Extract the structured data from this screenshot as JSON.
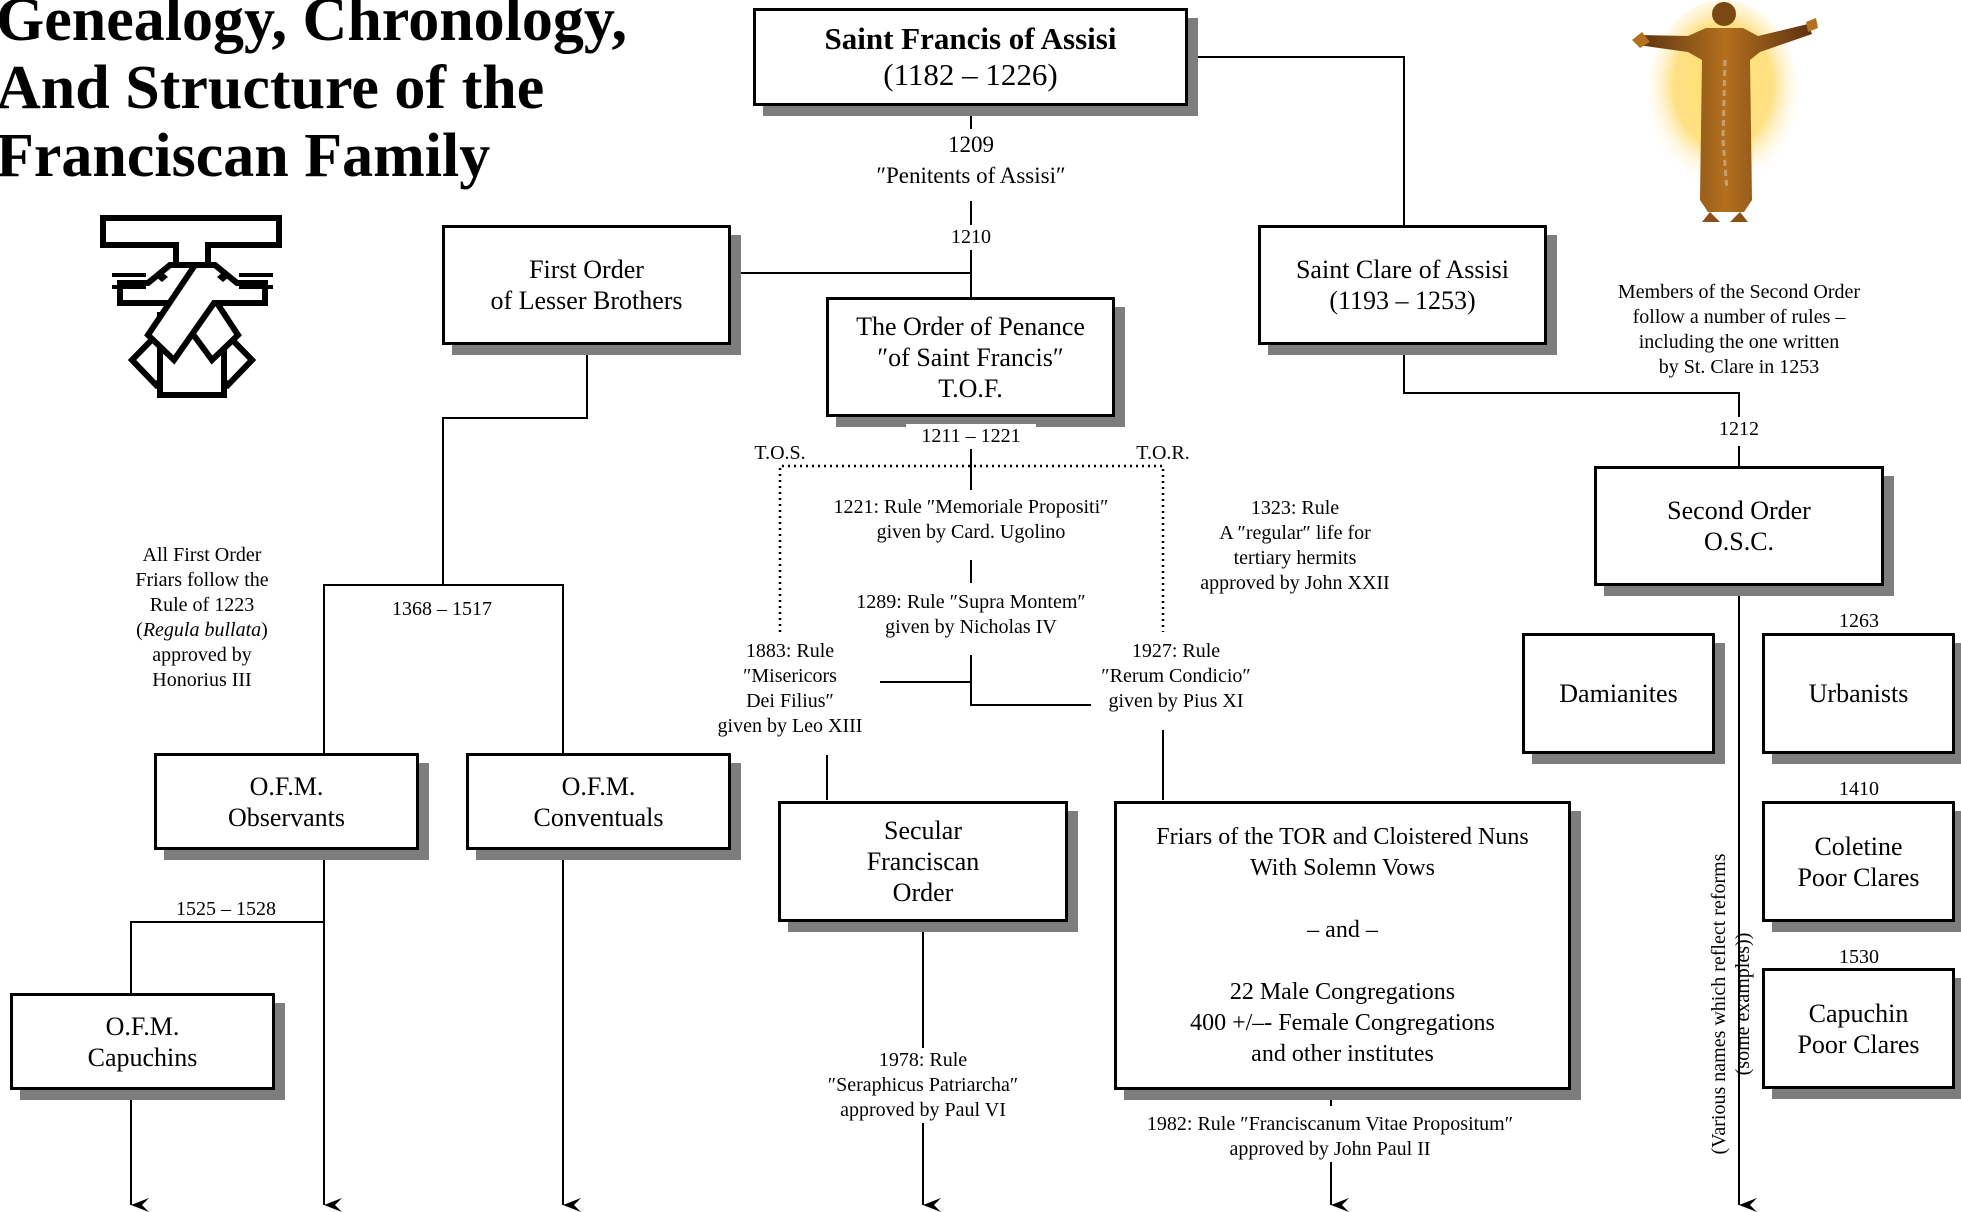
{
  "title": {
    "line1": "Genealogy, Chronology,",
    "line2": "And Structure of the",
    "line3": "Franciscan Family"
  },
  "icons": {
    "logo": "franciscan-tau-cross-icon",
    "figure": "saint-francis-figure-icon"
  },
  "nodes": {
    "francis": {
      "name": "Saint Francis of Assisi",
      "dates": "(1182 – 1226)"
    },
    "first_order": {
      "line1": "First Order",
      "line2": "of Lesser Brothers"
    },
    "penance": {
      "line1": "The Order of Penance",
      "line2": "″of Saint Francis″",
      "line3": "T.O.F."
    },
    "clare": {
      "line1": "Saint Clare of Assisi",
      "line2": "(1193 – 1253)"
    },
    "second_order": {
      "line1": "Second Order",
      "line2": "O.S.C."
    },
    "damianites": {
      "line1": "Damianites"
    },
    "urbanists": {
      "line1": "Urbanists"
    },
    "coletine": {
      "line1": "Coletine",
      "line2": "Poor Clares"
    },
    "capuchin_poor_clares": {
      "line1": "Capuchin",
      "line2": "Poor Clares"
    },
    "observants": {
      "line1": "O.F.M.",
      "line2": "Observants"
    },
    "conventuals": {
      "line1": "O.F.M.",
      "line2": "Conventuals"
    },
    "capuchins": {
      "line1": "O.F.M.",
      "line2": "Capuchins"
    },
    "secular": {
      "line1": "Secular",
      "line2": "Franciscan",
      "line3": "Order"
    },
    "friars_tor": {
      "line1": "Friars of the TOR and Cloistered Nuns",
      "line2": "With Solemn Vows",
      "line3": "– and –",
      "line4": "22 Male Congregations",
      "line5": "400 +/–- Female Congregations",
      "line6": "and other institutes"
    }
  },
  "labels": {
    "y1209": {
      "line1": "1209",
      "line2": "″Penitents of Assisi″"
    },
    "y1210": "1210",
    "y1211": "1211 – 1221",
    "tos": "T.O.S.",
    "tor": "T.O.R.",
    "rule1221": {
      "line1": "1221: Rule ″Memoriale Propositi″",
      "line2": "given by Card. Ugolino"
    },
    "rule1289": {
      "line1": "1289: Rule ″Supra Montem″",
      "line2": "given by Nicholas IV"
    },
    "rule1883": {
      "line1": "1883: Rule",
      "line2": "″Misericors",
      "line3": "Dei Filius″",
      "line4": "given by Leo XIII"
    },
    "rule1927": {
      "line1": "1927: Rule",
      "line2": "″Rerum Condicio″",
      "line3": "given by Pius XI"
    },
    "rule1323": {
      "line1": "1323: Rule",
      "line2": "A ″regular″ life for",
      "line3": "tertiary hermits",
      "line4": "approved by John XXII"
    },
    "second_rules": {
      "line1": "Members of the Second Order",
      "line2": "follow a number of rules –",
      "line3": "including the one written",
      "line4": "by St. Clare in 1253"
    },
    "y1212": "1212",
    "y1263": "1263",
    "y1410": "1410",
    "y1530": "1530",
    "first_rule": {
      "line1": "All First Order",
      "line2": "Friars follow the",
      "line3": "Rule of 1223",
      "line4_pre": "(",
      "line4_italic": "Regula bullata",
      "line4_post": ")",
      "line5": "approved by",
      "line6": "Honorius III"
    },
    "y1368": "1368 – 1517",
    "y1525": "1525 – 1528",
    "rule1978": {
      "line1": "1978: Rule",
      "line2": "″Seraphicus Patriarcha″",
      "line3": "approved by Paul VI"
    },
    "rule1982": {
      "line1": "1982: Rule ″Franciscanum Vitae Propositum″",
      "line2": "approved by John Paul II"
    },
    "reforms_note": {
      "line1": "(Various names which reflect reforms",
      "line2": "(some examples))"
    }
  }
}
